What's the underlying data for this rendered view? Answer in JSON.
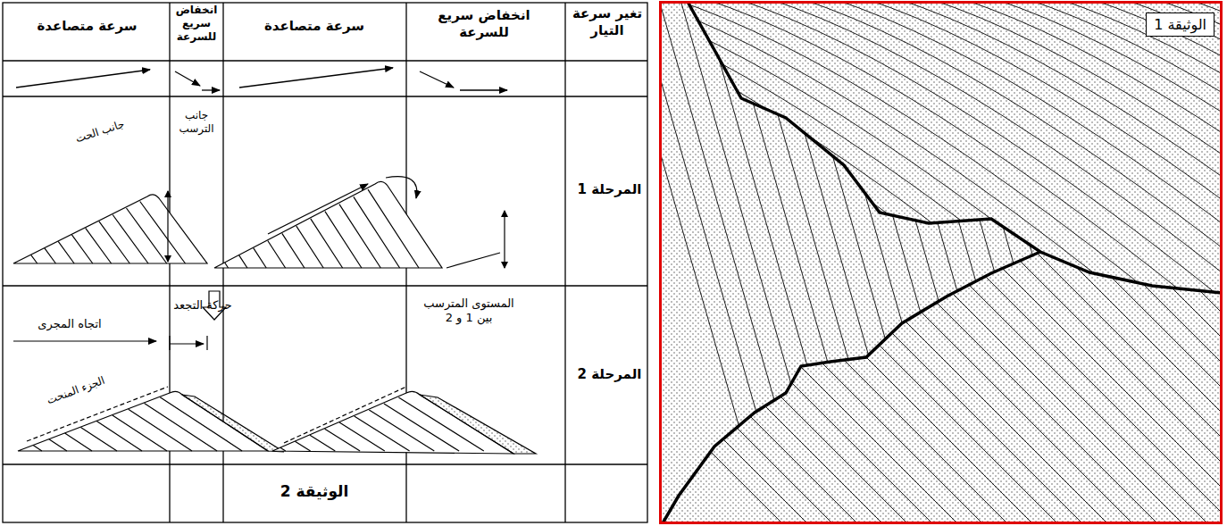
{
  "diagram": {
    "nodes": [
      {
        "text": [
          "الوثيقة 1"
        ]
      }
    ],
    "labels": [
      "تغير سرعة التيار",
      "انخفاض سريع للسرعة",
      "سرعة متصاعدة",
      "انخفاض سريع للسرعة",
      "سرعة متصاعدة",
      "المرحلة 1",
      "المرحلة 2",
      "جانب الحت",
      "جانب الترسب",
      "اتجاه المجرى",
      "حركة التجعد",
      "الجزء المنحت",
      "المستوى المترسب بين 1 و 2",
      "الوثيقة 2"
    ]
  }
}
